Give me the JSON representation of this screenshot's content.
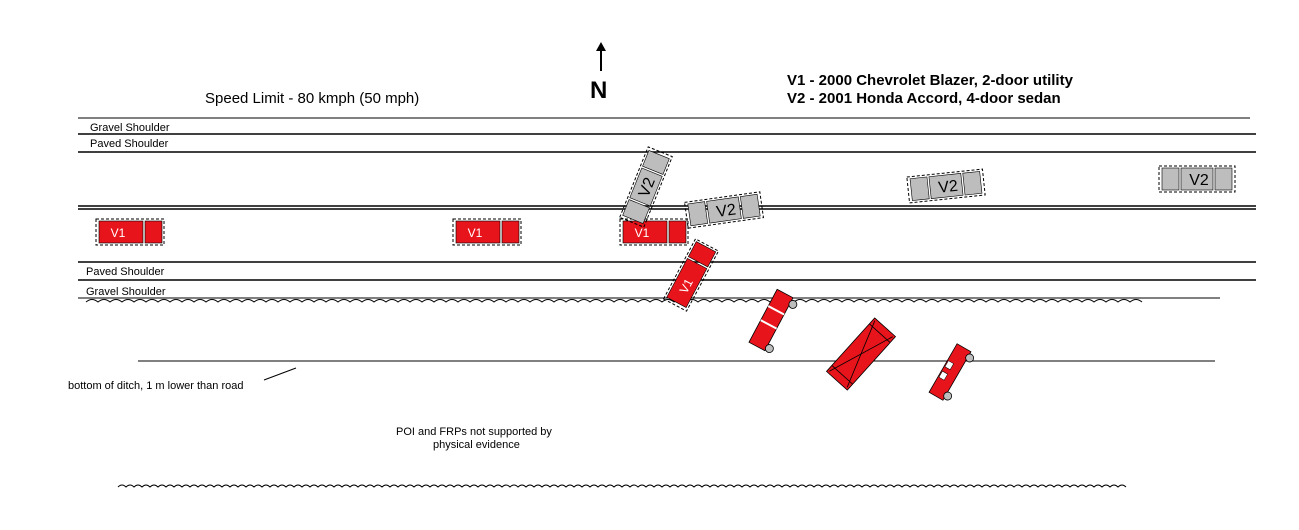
{
  "north_label": "N",
  "speed_limit": "Speed Limit - 80 kmph (50 mph)",
  "vehicles": {
    "v1_description": "V1 - 2000 Chevrolet Blazer, 2-door utility",
    "v2_description": "V2 - 2001 Honda Accord, 4-door sedan",
    "v1_tag": "V1",
    "v2_tag": "V2"
  },
  "road": {
    "north_gravel_shoulder": "Gravel Shoulder",
    "north_paved_shoulder": "Paved Shoulder",
    "south_paved_shoulder": "Paved Shoulder",
    "south_gravel_shoulder": "Gravel Shoulder"
  },
  "ditch_label": "bottom of ditch, 1 m lower than road",
  "note_line1": "POI and FRPs not supported by",
  "note_line2": "physical evidence",
  "colors": {
    "v1": "#e8141b",
    "v2": "#bdbdbd",
    "line": "#000000"
  }
}
